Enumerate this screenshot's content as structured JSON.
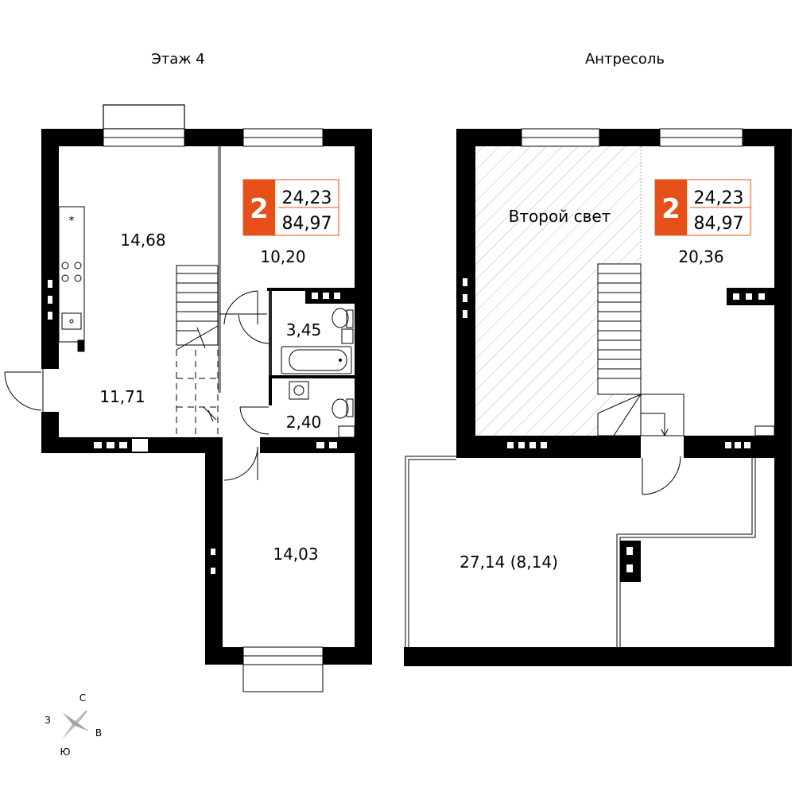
{
  "floors": [
    {
      "title": "Этаж 4",
      "badge": {
        "rooms": "2",
        "area_living": "24,23",
        "area_total": "84,97"
      },
      "rooms": [
        "14,68",
        "10,20",
        "3,45",
        "11,71",
        "2,40",
        "14,03"
      ]
    },
    {
      "title": "Антресоль",
      "badge": {
        "rooms": "2",
        "area_living": "24,23",
        "area_total": "84,97"
      },
      "rooms": [
        "Второй свет",
        "20,36",
        "27,14 (8,14)"
      ]
    }
  ],
  "compass": {
    "north": "С",
    "south": "Ю",
    "east": "В",
    "west": "З"
  },
  "colors": {
    "badge": "#e8501a",
    "wall": "#000000",
    "hatch": "#b5b5b5",
    "light_gray": "#d9d9d9"
  }
}
